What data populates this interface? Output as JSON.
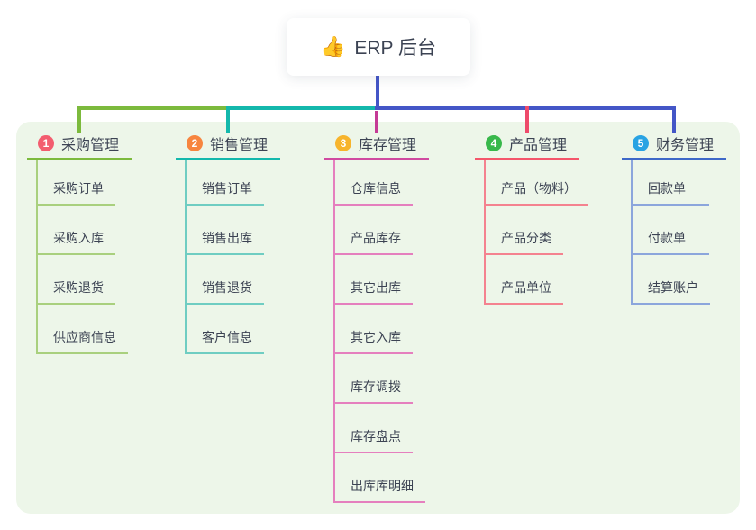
{
  "root": {
    "emoji": "👍",
    "label": "ERP 后台"
  },
  "connector_colors": {
    "stem": "#4456c7",
    "bus_segments": [
      "#7cba3d",
      "#14b8ac",
      "#4456c7"
    ],
    "drops": [
      "#7cba3d",
      "#14b8ac",
      "#c53a96",
      "#ee4a6b",
      "#4456c7"
    ]
  },
  "branches": [
    {
      "badge": "1",
      "label": "采购管理",
      "badge_color": "#f35d6f",
      "line_color": "#7cba3d",
      "child_line_color": "#a9d07e",
      "children": [
        "采购订单",
        "采购入库",
        "采购退货",
        "供应商信息"
      ]
    },
    {
      "badge": "2",
      "label": "销售管理",
      "badge_color": "#f7853f",
      "line_color": "#14b8ac",
      "child_line_color": "#6fcdc2",
      "children": [
        "销售订单",
        "销售出库",
        "销售退货",
        "客户信息"
      ]
    },
    {
      "badge": "3",
      "label": "库存管理",
      "badge_color": "#f7b42c",
      "line_color": "#d04aa0",
      "child_line_color": "#e57fbe",
      "children": [
        "仓库信息",
        "产品库存",
        "其它出库",
        "其它入库",
        "库存调拨",
        "库存盘点",
        "出库库明细"
      ]
    },
    {
      "badge": "4",
      "label": "产品管理",
      "badge_color": "#38b84b",
      "line_color": "#f4566b",
      "child_line_color": "#f4828f",
      "children": [
        "产品（物料）",
        "产品分类",
        "产品单位"
      ]
    },
    {
      "badge": "5",
      "label": "财务管理",
      "badge_color": "#29a3e3",
      "line_color": "#3e68c8",
      "child_line_color": "#8ca6dc",
      "children": [
        "回款单",
        "付款单",
        "结算账户"
      ]
    }
  ]
}
